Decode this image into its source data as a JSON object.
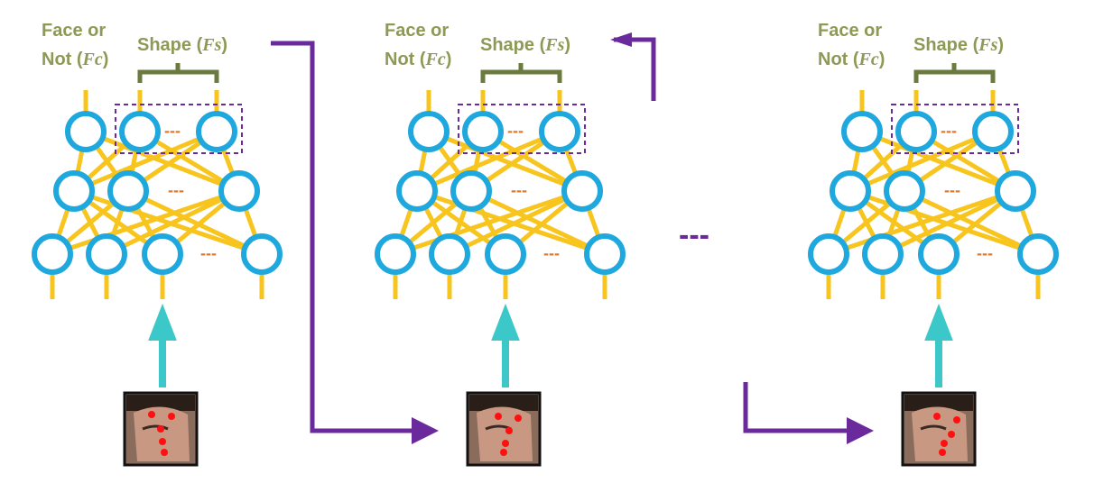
{
  "labels": {
    "face_or": "Face or",
    "not_prefix": "Not (",
    "fc_var": "Fc",
    "close_paren": ")",
    "shape_prefix": "Shape (",
    "fs_var": "Fs"
  },
  "ellipsis": {
    "layer": "---",
    "between_stages": "---"
  },
  "colors": {
    "node": "#1fa8de",
    "edge": "#f7c51e",
    "label": "#8c9a55",
    "brace": "#6b7a3e",
    "flow": "#6a2a9c",
    "input_arrow": "#3cc8c8",
    "landmark": "#ff1010",
    "orange_dash": "#e07a2a"
  },
  "stages": [
    {
      "id": "stage-1",
      "input": "face-thumbnail"
    },
    {
      "id": "stage-2",
      "input": "face-thumbnail"
    },
    {
      "id": "stage-3",
      "input": "face-thumbnail"
    }
  ]
}
